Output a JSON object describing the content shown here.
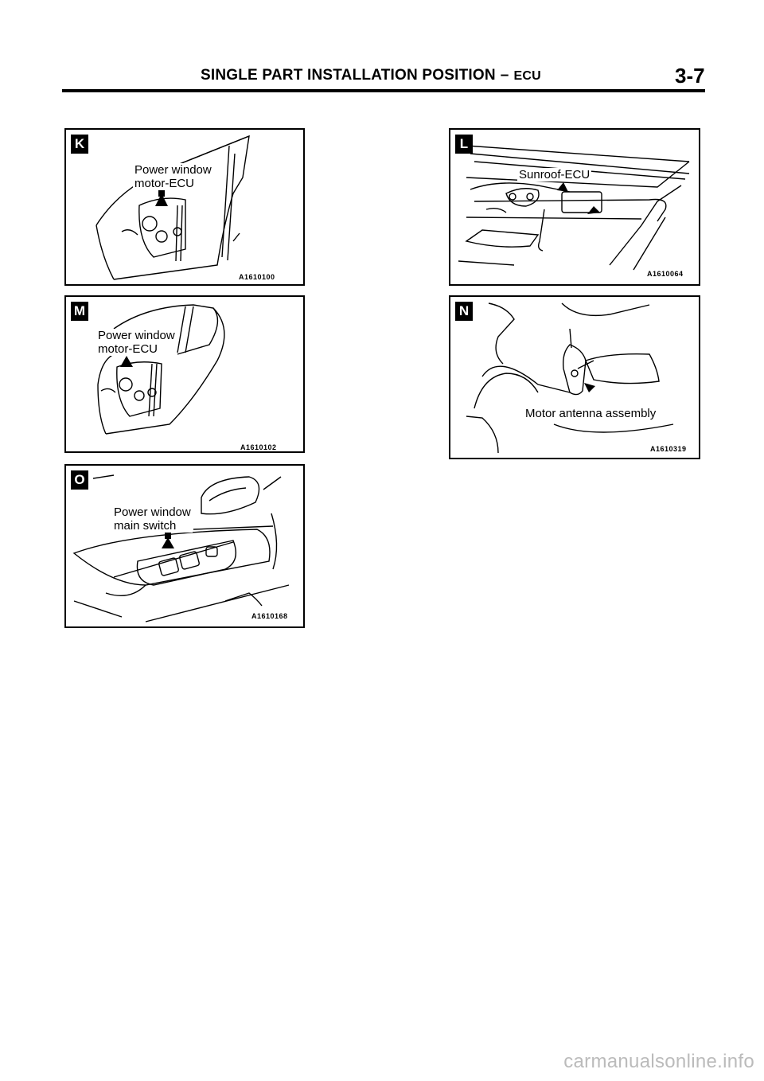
{
  "header": {
    "title_main": "SINGLE PART INSTALLATION POSITION",
    "title_sep": "–",
    "title_tail": "ECU",
    "page_number": "3-7"
  },
  "panels": {
    "k": {
      "letter": "K",
      "callout_line1": "Power window",
      "callout_line2": "motor-ECU",
      "code": "A1610100"
    },
    "l": {
      "letter": "L",
      "callout_line1": "Sunroof-ECU",
      "code": "A1610064"
    },
    "m": {
      "letter": "M",
      "callout_line1": "Power window",
      "callout_line2": "motor-ECU",
      "code": "A1610102"
    },
    "n": {
      "letter": "N",
      "callout_line1": "Motor antenna assembly",
      "code": "A1610319"
    },
    "o": {
      "letter": "O",
      "callout_line1": "Power window",
      "callout_line2": "main switch",
      "code": "A1610168"
    }
  },
  "footer": {
    "watermark": "carmanualsonline.info"
  }
}
